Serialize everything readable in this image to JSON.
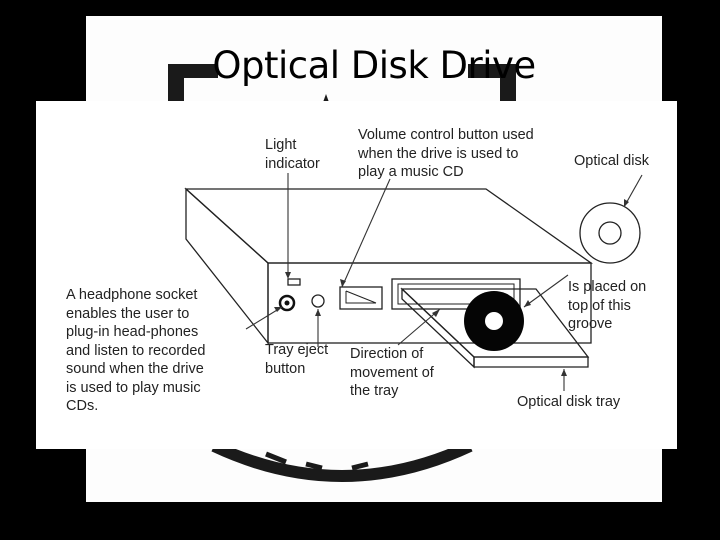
{
  "slide": {
    "title": "Optical Disk Drive"
  },
  "diagram": {
    "labels": {
      "light_indicator": "Light\nindicator",
      "volume_control": "Volume control button used\nwhen the drive is used to\nplay a music CD",
      "optical_disk": "Optical disk",
      "placed_on_groove": "Is placed on\ntop of this\ngroove",
      "headphone_socket": "A headphone socket\nenables the user to\nplug-in head-phones\nand listen to recorded\nsound when the drive\nis used to play music\nCDs.",
      "tray_eject": "Tray eject\nbutton",
      "direction_of_movement": "Direction of\nmovement of\nthe tray",
      "optical_disk_tray": "Optical disk tray"
    }
  }
}
